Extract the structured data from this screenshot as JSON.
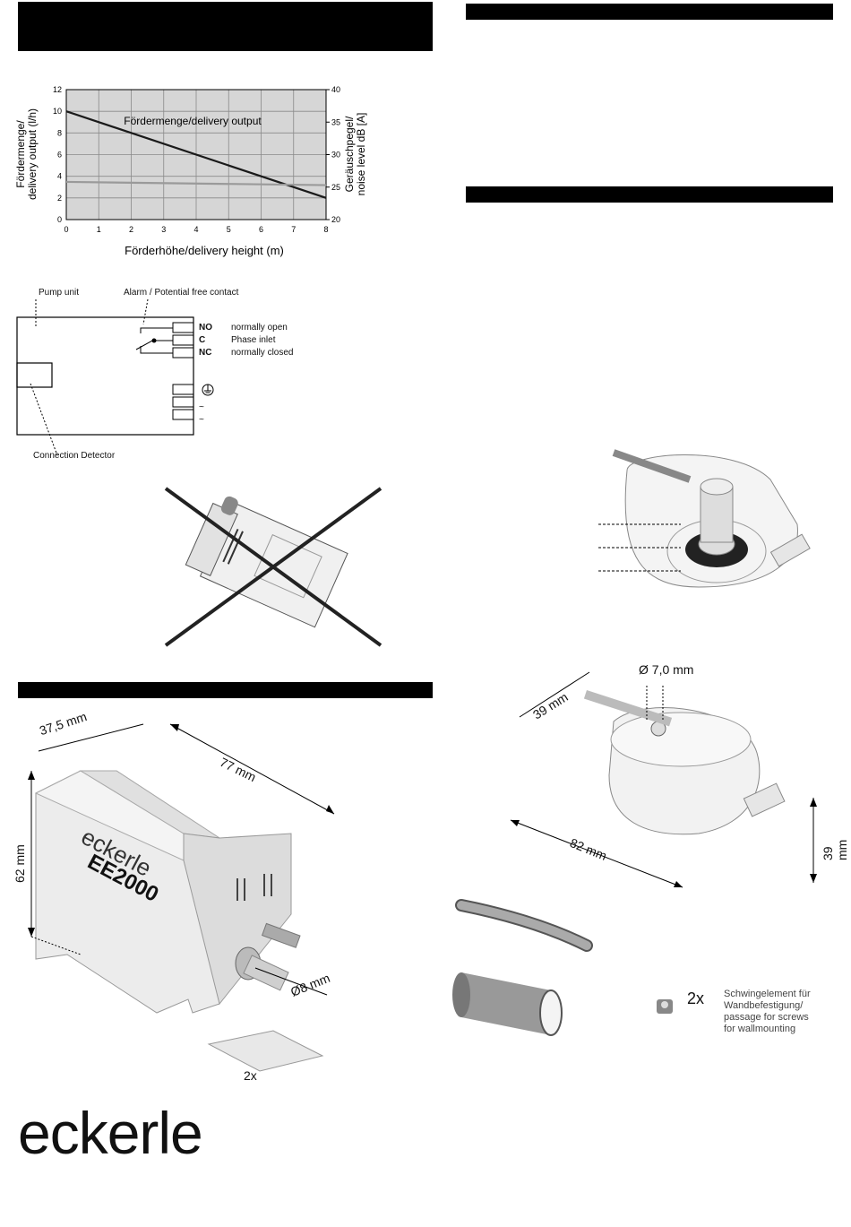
{
  "chart_data": {
    "type": "line",
    "series": [
      {
        "name": "Fördermenge/delivery output",
        "x": [
          0,
          8
        ],
        "values": [
          10,
          2
        ]
      },
      {
        "x": [
          0,
          8
        ],
        "values": [
          25.8,
          25.3
        ]
      }
    ],
    "xlabel": "Förderhöhe/delivery height (m)",
    "ylabel": "Fördermenge/ delivery output (l/h)",
    "y2label": "Geräuschpegel/ noise level dB [A]",
    "xlim": [
      0,
      8
    ],
    "ylim": [
      0,
      12
    ],
    "y2lim": [
      20,
      40
    ],
    "x_ticks": [
      "0",
      "1",
      "2",
      "3",
      "4",
      "5",
      "6",
      "7",
      "8"
    ],
    "y_ticks": [
      "0",
      "2",
      "4",
      "6",
      "8",
      "10",
      "12"
    ],
    "y2_ticks": [
      "20",
      "25",
      "30",
      "35",
      "40"
    ],
    "annotation": "Fördermenge/delivery output",
    "grid": true,
    "colors": {
      "background": "#d6d6d6",
      "output_line": "#1a1a1a",
      "noise_line": "#9a9a9a"
    }
  },
  "wiring": {
    "pump_unit": "Pump unit",
    "alarm": "Alarm / Potential free contact",
    "detector": "Connection Detector",
    "no": "NO",
    "no_desc": "normally open",
    "c": "C",
    "c_desc": "Phase inlet",
    "nc": "NC",
    "nc_desc": "normally closed",
    "ground_icon": "earth-ground-icon",
    "tilde1": "~",
    "tilde2": "~"
  },
  "dimensions_left": {
    "d1": "37,5 mm",
    "d2": "77 mm",
    "d3": "62 mm",
    "d4": "Ø8 mm",
    "pad_count": "2x",
    "pump_brand": "eckerle",
    "pump_model": "EE2000"
  },
  "dimensions_right": {
    "d1": "39 mm",
    "d2": "Ø 7,0 mm",
    "d3": "82 mm",
    "d4": "39 mm",
    "grommet_count": "2x",
    "grommet_desc": [
      "Schwingelement für",
      "Wandbefestigung/",
      "passage for screws",
      "for wallmounting"
    ]
  },
  "logo": "eckerle"
}
